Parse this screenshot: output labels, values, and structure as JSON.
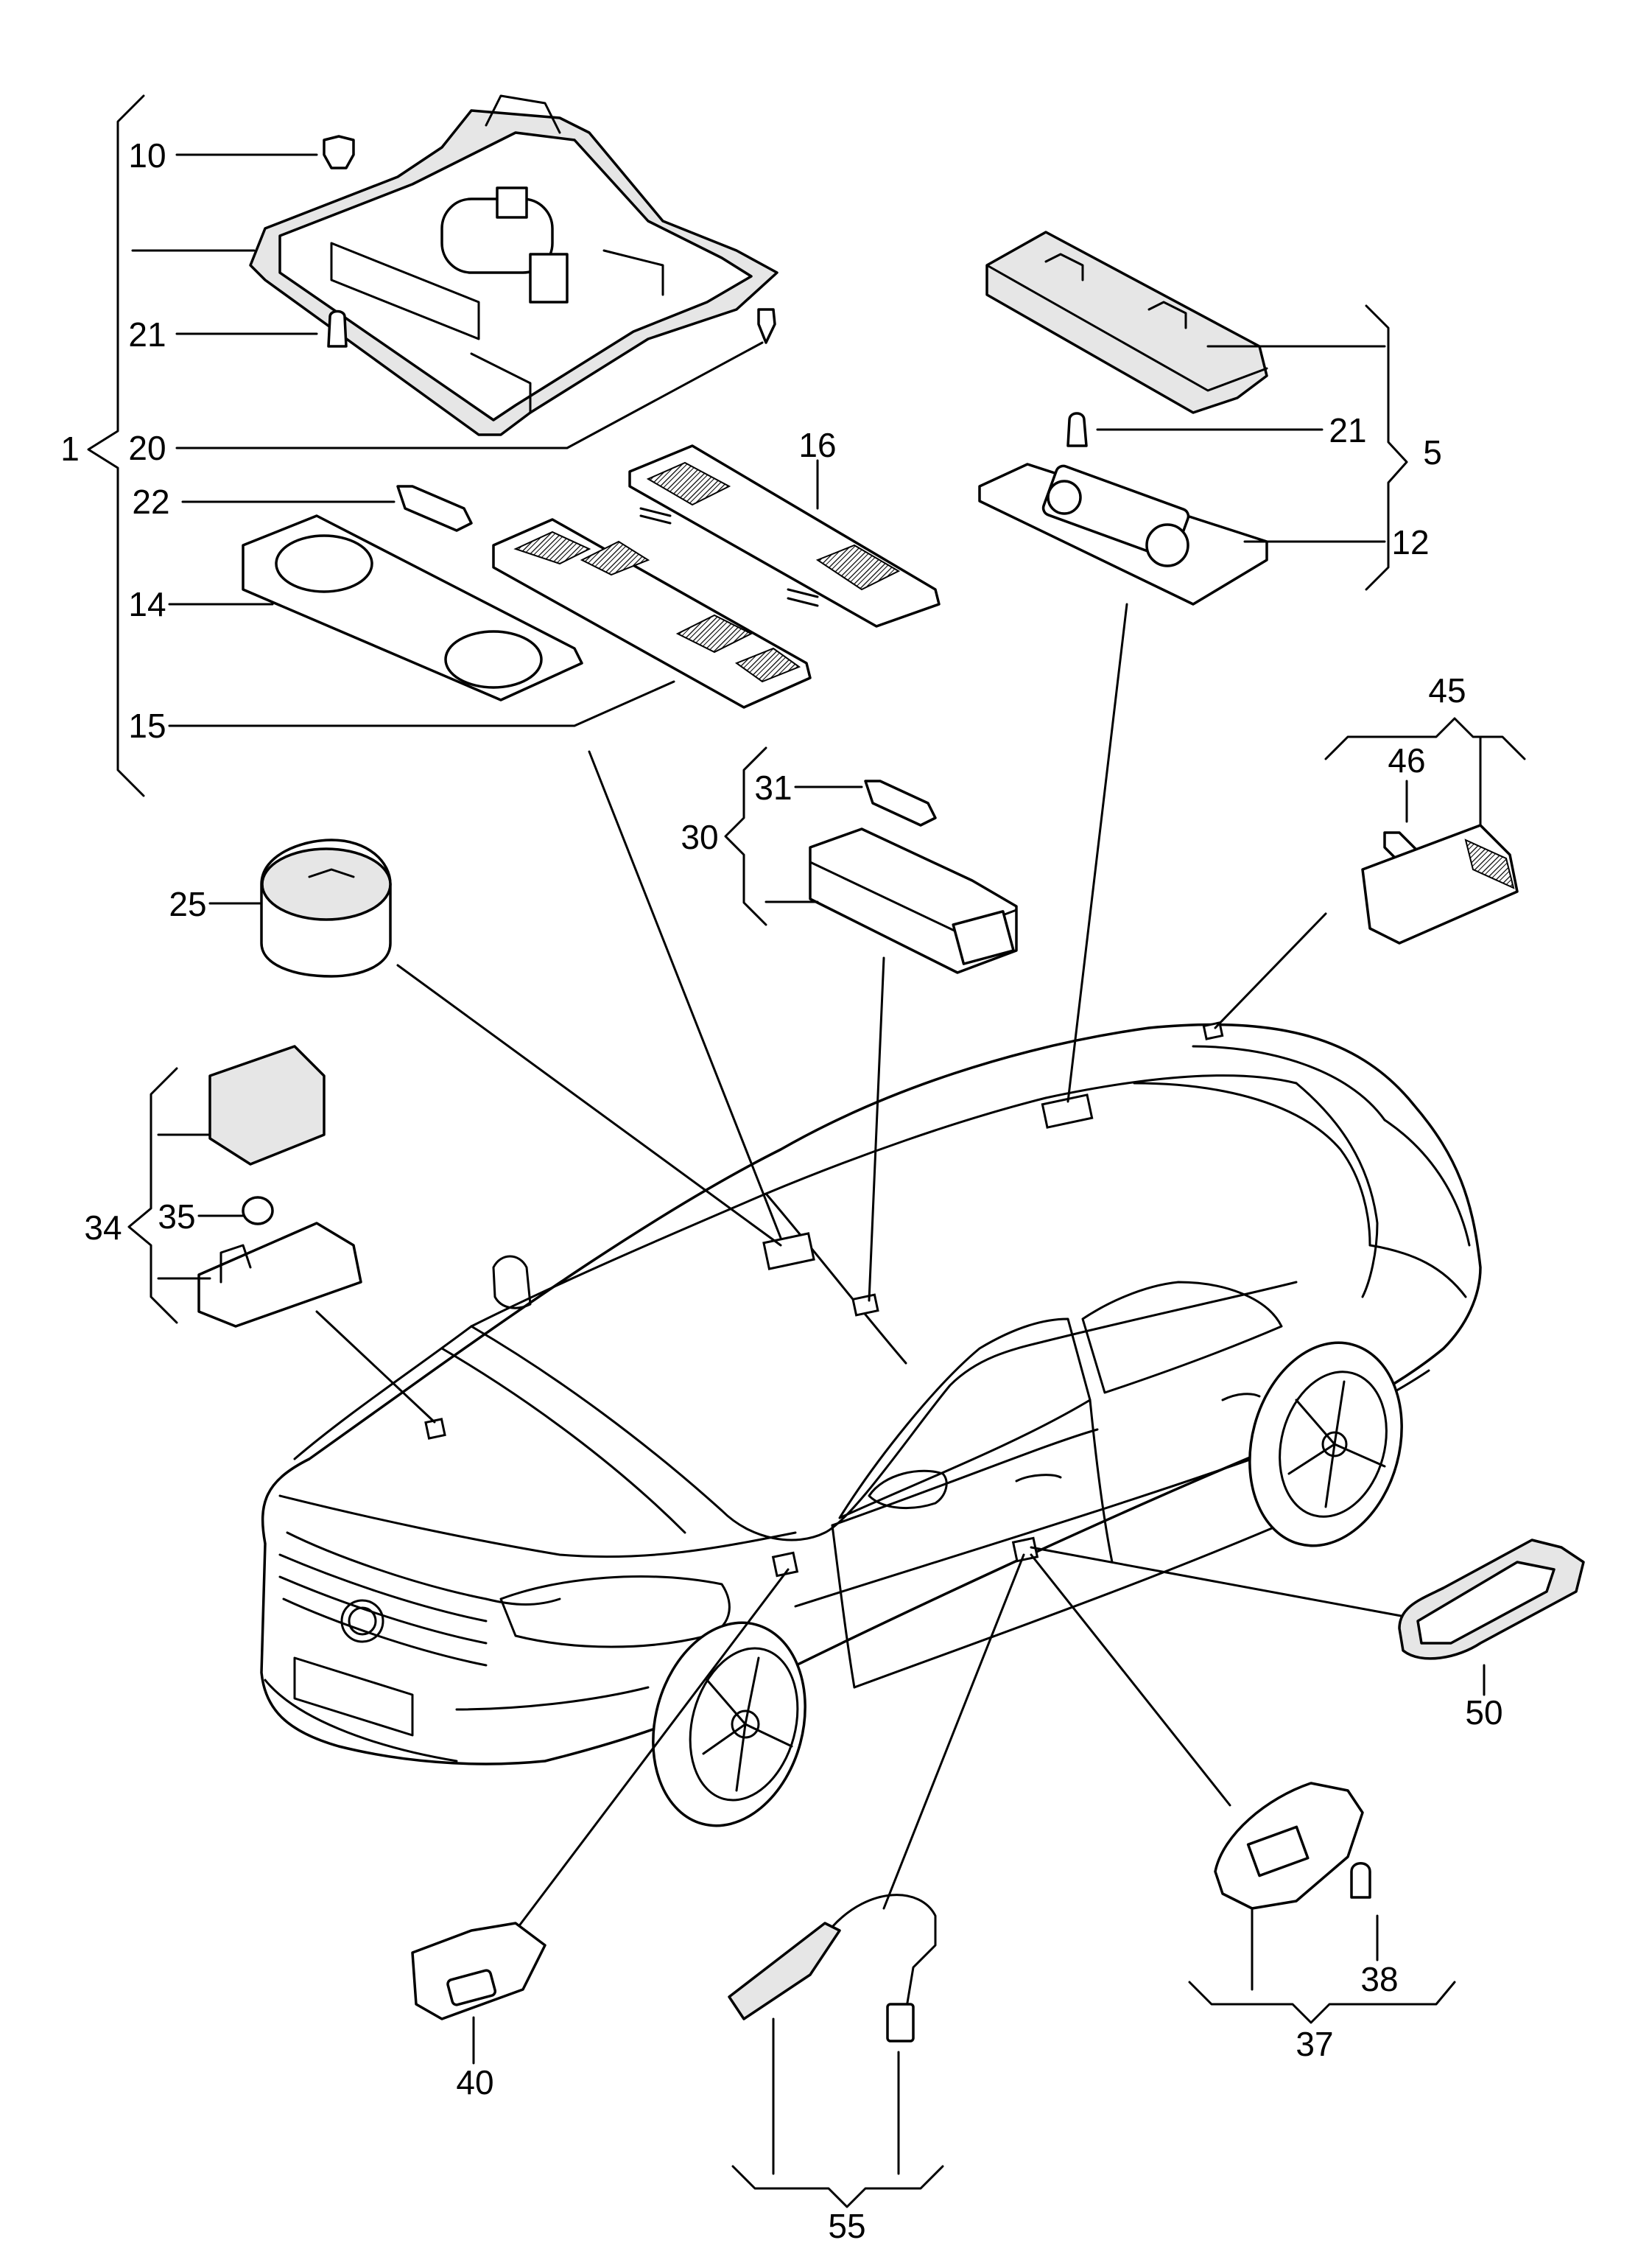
{
  "labels": {
    "l1": "1",
    "l5": "5",
    "l10": "10",
    "l12": "12",
    "l14": "14",
    "l15": "15",
    "l16": "16",
    "l20": "20",
    "l21a": "21",
    "l21b": "21",
    "l22": "22",
    "l25": "25",
    "l30": "30",
    "l31": "31",
    "l34": "34",
    "l35": "35",
    "l37": "37",
    "l38": "38",
    "l40": "40",
    "l45": "45",
    "l46": "46",
    "l50": "50",
    "l55": "55"
  }
}
